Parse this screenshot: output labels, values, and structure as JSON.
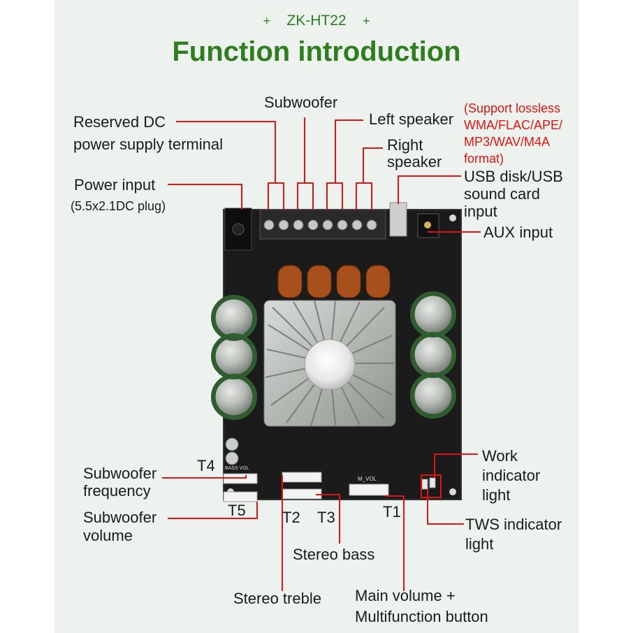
{
  "header": {
    "plus_left": "+",
    "model": "ZK-HT22",
    "plus_right": "+",
    "title": "Function introduction"
  },
  "labels": {
    "reserved_dc_1": "Reserved DC",
    "reserved_dc_2": "power supply terminal",
    "subwoofer": "Subwoofer",
    "left_speaker": "Left speaker",
    "right_speaker_1": "Right",
    "right_speaker_2": "speaker",
    "support_1": "(Support lossless",
    "support_2": "WMA/FLAC/APE/",
    "support_3": "MP3/WAV/M4A",
    "support_4": "format)",
    "usb_1": "USB disk/USB",
    "usb_2": "sound card",
    "usb_3": "input",
    "power_input": "Power input",
    "power_plug": "(5.5x2.1DC plug)",
    "aux": "AUX input",
    "t4": "T4",
    "t5": "T5",
    "t2": "T2",
    "t3": "T3",
    "t1": "T1",
    "sub_freq_1": "Subwoofer",
    "sub_freq_2": "frequency",
    "sub_vol_1": "Subwoofer",
    "sub_vol_2": "volume",
    "work_1": "Work",
    "work_2": "indicator",
    "work_3": "light",
    "tws_1": "TWS indicator",
    "tws_2": "light",
    "stereo_bass": "Stereo bass",
    "stereo_treble": "Stereo treble",
    "main_vol_1": "Main volume +",
    "main_vol_2": "Multifunction button"
  },
  "board": {
    "silk_bass_vol": "BASS VOL",
    "silk_m_vol": "M_VOL"
  },
  "colors": {
    "accent_green": "#2e7d1f",
    "leader_red": "#e1140f",
    "board_black": "#1b1b1b"
  }
}
